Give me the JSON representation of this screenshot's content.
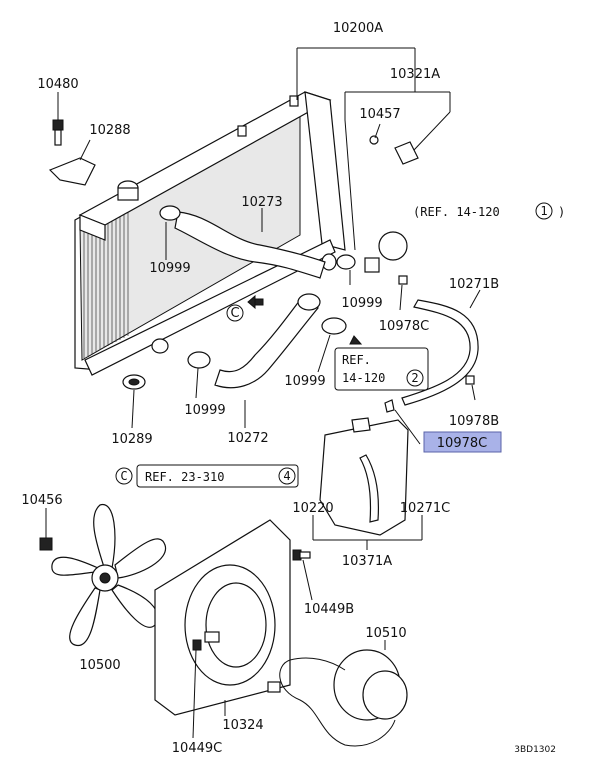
{
  "diagram": {
    "labels": {
      "p10200A": "10200A",
      "p10321A": "10321A",
      "p10480": "10480",
      "p10288": "10288",
      "p10457": "10457",
      "p10273": "10273",
      "p10999a": "10999",
      "p10999b": "10999",
      "p10999c": "10999",
      "p10999d": "10999",
      "p10271B": "10271B",
      "p10978Ca": "10978C",
      "p10978B": "10978B",
      "p10978Cb": "10978C",
      "p10289": "10289",
      "p10272": "10272",
      "p10220": "10220",
      "p10271C": "10271C",
      "p10371A": "10371A",
      "p10456": "10456",
      "p10449B": "10449B",
      "p10510": "10510",
      "p10500": "10500",
      "p10324": "10324",
      "p10449C": "10449C"
    },
    "refs": {
      "ref1": "(REF. 14-120 ",
      "ref1_num": "1",
      "ref1_close": ")",
      "ref2_line1": "REF.",
      "ref2_line2": "14-120",
      "ref2_num": "2",
      "ref3_c": "C",
      "ref3": "REF. 23-310",
      "ref3_num": "4",
      "c_marker": "C"
    },
    "drawing_code": "3BD1302",
    "highlight_color": "#a9b2e8"
  }
}
